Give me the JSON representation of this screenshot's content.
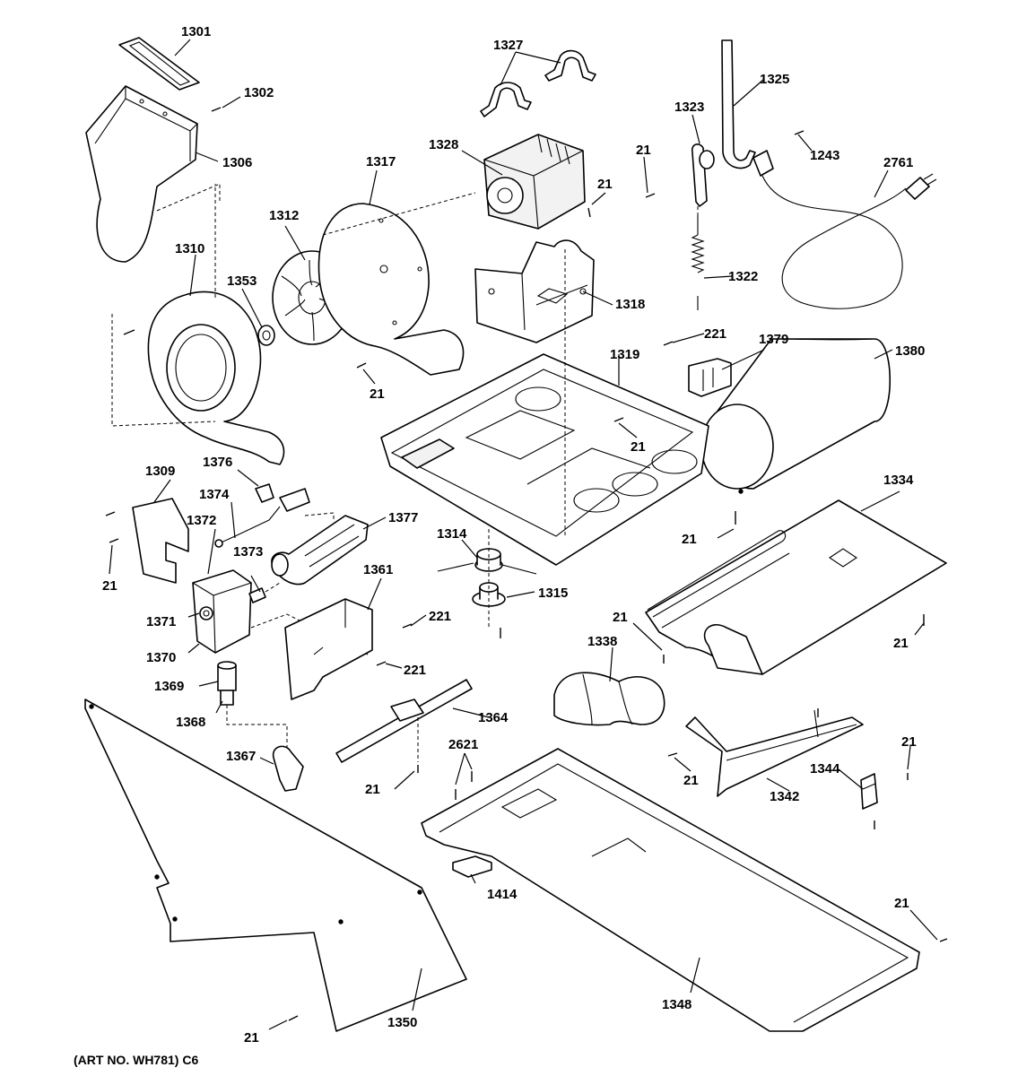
{
  "art_number": "(ART NO. WH781) C6",
  "callouts": {
    "c1301": "1301",
    "c1302": "1302",
    "c1306": "1306",
    "c1317": "1317",
    "c1312": "1312",
    "c1310": "1310",
    "c1353": "1353",
    "c21_blower": "21",
    "c1327": "1327",
    "c1328": "1328",
    "c21_motor_a": "21",
    "c21_motor_b": "21",
    "c1318": "1318",
    "c1325": "1325",
    "c1323": "1323",
    "c1243": "1243",
    "c2761": "2761",
    "c1322": "1322",
    "c221_a": "221",
    "c1379": "1379",
    "c1380": "1380",
    "c1319": "1319",
    "c21_base": "21",
    "c1309": "1309",
    "c1376": "1376",
    "c1374": "1374",
    "c1372": "1372",
    "c1377": "1377",
    "c21_left": "21",
    "c1373": "1373",
    "c1361": "1361",
    "c221_b": "221",
    "c1371": "1371",
    "c1370": "1370",
    "c221_c": "221",
    "c1314": "1314",
    "c1315": "1315",
    "c21_duct": "21",
    "c1334": "1334",
    "c21_duct_b": "21",
    "c21_right": "21",
    "c1338": "1338",
    "c1369": "1369",
    "c1368": "1368",
    "c1364": "1364",
    "c1367": "1367",
    "c21_manifold": "21",
    "c2621": "2621",
    "c21_rail": "21",
    "c1342": "1342",
    "c1344": "1344",
    "c21_bracket": "21",
    "c1414": "1414",
    "c21_panel_r": "21",
    "c1348": "1348",
    "c1350": "1350",
    "c21_panel_b": "21"
  }
}
